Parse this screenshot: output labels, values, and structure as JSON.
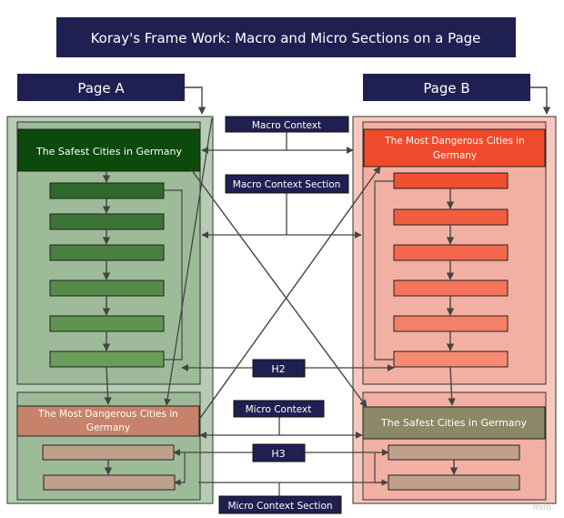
{
  "title": "Koray's Frame Work: Macro and Micro Sections on a Page",
  "page_a": {
    "label": "Page A",
    "macro_heading": "The Safest Cities in Germany",
    "micro_heading": "The Most Dangerous Cities in Germany"
  },
  "page_b": {
    "label": "Page B",
    "macro_heading": "The Most Dangerous Cities in Germany",
    "micro_heading": "The Safest Cities in Germany"
  },
  "labels": {
    "macro_context": "Macro Context",
    "macro_context_section": "Macro Context Section",
    "h2": "H2",
    "micro_context": "Micro Context",
    "h3": "H3",
    "micro_context_section": "Micro Context Section"
  },
  "watermark": "miro",
  "colors": {
    "navy": "#1f1f52",
    "dark_green": "#0b4a0b",
    "red_orange": "#f04a2c",
    "salmon": "#c6826a",
    "olive": "#8a8866",
    "tan": "#c0a08a"
  }
}
